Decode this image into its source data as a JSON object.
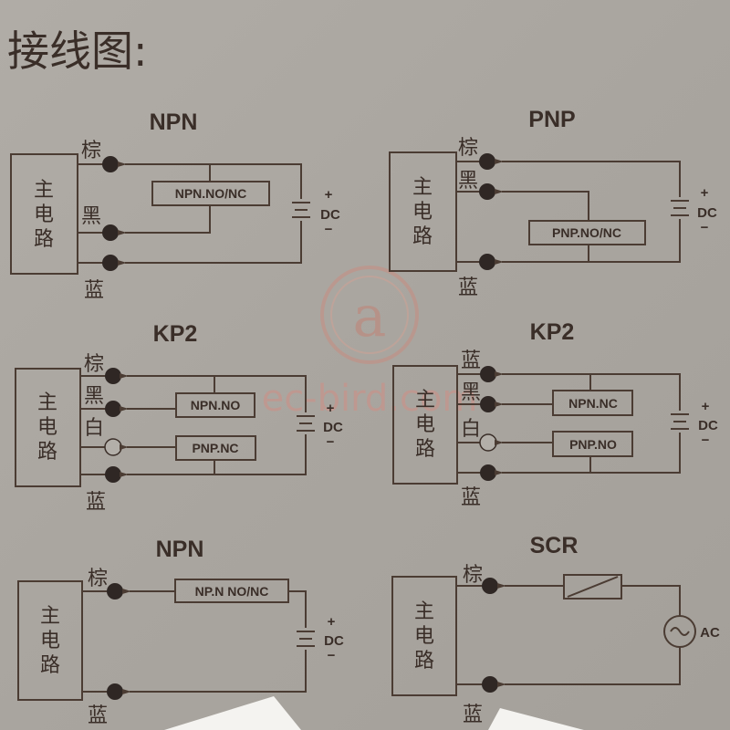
{
  "header": {
    "title": "接线图:"
  },
  "watermark": {
    "text": "ec-bird.com"
  },
  "common": {
    "main_circuit": [
      "主",
      "电",
      "路"
    ],
    "plus": "+",
    "minus": "−",
    "dc": "DC",
    "ac": "AC"
  },
  "panels": {
    "npn_top": {
      "title": "NPN",
      "wires": [
        "棕",
        "黑",
        "蓝"
      ],
      "module": "NPN.NO/NC"
    },
    "pnp_top": {
      "title": "PNP",
      "wires": [
        "棕",
        "黑",
        "蓝"
      ],
      "module": "PNP.NO/NC"
    },
    "kp2_left": {
      "title": "KP2",
      "wires": [
        "棕",
        "黑",
        "白",
        "蓝"
      ],
      "module_a": "NPN.NO",
      "module_b": "PNP.NC"
    },
    "kp2_right": {
      "title": "KP2",
      "wires": [
        "蓝",
        "黑",
        "白",
        "蓝"
      ],
      "module_a": "NPN.NC",
      "module_b": "PNP.NO"
    },
    "npn_bottom": {
      "title": "NPN",
      "wires": [
        "棕",
        "蓝"
      ],
      "module": "NP.N NO/NC"
    },
    "scr": {
      "title": "SCR",
      "wires": [
        "棕",
        "蓝"
      ]
    }
  }
}
